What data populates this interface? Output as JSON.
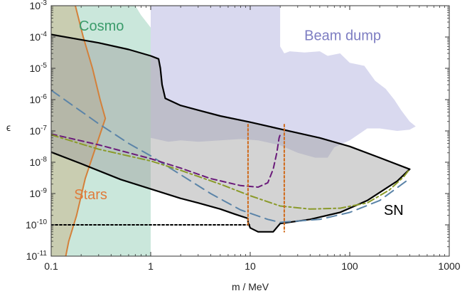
{
  "chart_data": {
    "type": "line",
    "x_scale": "log",
    "y_scale": "log",
    "xlabel": "m / MeV",
    "ylabel": "ϵ",
    "xlim": [
      0.1,
      1000
    ],
    "ylim": [
      1e-11,
      0.001
    ],
    "x_ticks": [
      "0.1",
      "1",
      "10",
      "100",
      "1000"
    ],
    "y_ticks": [
      {
        "base": "10",
        "exp": "-11",
        "value": 1e-11
      },
      {
        "base": "10",
        "exp": "-10",
        "value": 1e-10
      },
      {
        "base": "10",
        "exp": "-9",
        "value": 1e-09
      },
      {
        "base": "10",
        "exp": "-8",
        "value": 1e-08
      },
      {
        "base": "10",
        "exp": "-7",
        "value": 1e-07
      },
      {
        "base": "10",
        "exp": "-6",
        "value": 1e-06
      },
      {
        "base": "10",
        "exp": "-5",
        "value": 1e-05
      },
      {
        "base": "10",
        "exp": "-4",
        "value": 0.0001
      },
      {
        "base": "10",
        "exp": "-3",
        "value": 0.001
      }
    ],
    "regions": [
      {
        "label": "Beam dump",
        "color": "#b3b3e0",
        "opacity": 0.5,
        "polygon": [
          [
            1,
            0.001
          ],
          [
            20,
            0.001
          ],
          [
            20,
            5e-05
          ],
          [
            22,
            3e-05
          ],
          [
            25,
            3.5e-05
          ],
          [
            35,
            3.2e-05
          ],
          [
            50,
            3.5e-05
          ],
          [
            60,
            2.5e-05
          ],
          [
            80,
            3e-05
          ],
          [
            100,
            1.5e-05
          ],
          [
            140,
            1.2e-05
          ],
          [
            180,
            4e-06
          ],
          [
            230,
            2.2e-06
          ],
          [
            280,
            1e-06
          ],
          [
            330,
            4.5e-07
          ],
          [
            400,
            2e-07
          ],
          [
            460,
            1.4e-07
          ],
          [
            400,
            1.1e-07
          ],
          [
            300,
            1e-07
          ],
          [
            200,
            1.2e-07
          ],
          [
            150,
            1.2e-07
          ],
          [
            100,
            5e-08
          ],
          [
            70,
            3e-08
          ],
          [
            60,
            1.4e-08
          ],
          [
            45,
            1.4e-08
          ],
          [
            30,
            2e-08
          ],
          [
            20,
            3.5e-08
          ],
          [
            12,
            5e-08
          ],
          [
            8,
            5.5e-08
          ],
          [
            5,
            5e-08
          ],
          [
            3,
            4.5e-08
          ],
          [
            2,
            5e-08
          ],
          [
            1.5,
            4.5e-08
          ],
          [
            1,
            6e-08
          ]
        ]
      },
      {
        "label": "Cosmo",
        "color": "#9fd4bd",
        "opacity": 0.55,
        "polygon": [
          [
            0.1,
            0.001
          ],
          [
            0.7,
            0.001
          ],
          [
            0.8,
            0.0005
          ],
          [
            1.0,
            0.0002
          ],
          [
            1.0,
            1e-11
          ],
          [
            0.1,
            1e-11
          ]
        ]
      },
      {
        "label": "Stars",
        "color": "#c9a26b",
        "opacity": 0.38,
        "polygon": [
          [
            0.1,
            1e-11
          ],
          [
            0.1,
            0.001
          ],
          [
            0.175,
            0.001
          ],
          [
            0.21,
            0.0001
          ],
          [
            0.26,
            1e-05
          ],
          [
            0.31,
            1e-06
          ],
          [
            0.35,
            2.5e-07
          ],
          [
            0.28,
            3e-08
          ],
          [
            0.22,
            3e-09
          ],
          [
            0.18,
            2e-10
          ],
          [
            0.15,
            3e-11
          ],
          [
            0.14,
            1e-11
          ]
        ]
      },
      {
        "label": "SN",
        "color": "#9e9e9e",
        "opacity": 0.45,
        "polygon": [
          [
            0.1,
            0.00012
          ],
          [
            0.3,
            6.5e-05
          ],
          [
            0.6,
            4e-05
          ],
          [
            1.0,
            2.5e-05
          ],
          [
            1.2,
            2e-05
          ],
          [
            1.25,
            1e-05
          ],
          [
            1.3,
            3e-06
          ],
          [
            1.4,
            1.1e-06
          ],
          [
            2,
            6.5e-07
          ],
          [
            3,
            4.6e-07
          ],
          [
            5,
            3e-07
          ],
          [
            10,
            1.9e-07
          ],
          [
            20,
            1.15e-07
          ],
          [
            50,
            6e-08
          ],
          [
            100,
            3.2e-08
          ],
          [
            200,
            1.4e-08
          ],
          [
            400,
            6e-09
          ],
          [
            300,
            2.5e-09
          ],
          [
            150,
            6e-10
          ],
          [
            80,
            2.5e-10
          ],
          [
            40,
            1.5e-10
          ],
          [
            20,
            1.1e-10
          ],
          [
            17,
            6e-11
          ],
          [
            12,
            6e-11
          ],
          [
            10,
            8e-11
          ],
          [
            9.5,
            1.2e-10
          ],
          [
            9.5,
            1.6e-10
          ],
          [
            7,
            2.2e-10
          ],
          [
            5,
            3.2e-10
          ],
          [
            3,
            5e-10
          ],
          [
            2,
            7e-10
          ],
          [
            1,
            1.4e-09
          ],
          [
            0.5,
            2.8e-09
          ],
          [
            0.2,
            9e-09
          ],
          [
            0.1,
            2.1e-08
          ]
        ]
      }
    ],
    "series": [
      {
        "style": "stars-boundary",
        "color": "#d4803a",
        "dash": "",
        "width": 2,
        "points": [
          [
            0.175,
            0.001
          ],
          [
            0.21,
            0.0001
          ],
          [
            0.26,
            1e-05
          ],
          [
            0.31,
            1e-06
          ],
          [
            0.35,
            2.5e-07
          ],
          [
            0.28,
            3e-08
          ],
          [
            0.22,
            3e-09
          ],
          [
            0.18,
            2e-10
          ],
          [
            0.15,
            3e-11
          ],
          [
            0.14,
            1e-11
          ]
        ]
      },
      {
        "style": "sn-upper",
        "color": "#000000",
        "dash": "",
        "width": 2.2,
        "points": [
          [
            0.1,
            0.00012
          ],
          [
            0.3,
            6.5e-05
          ],
          [
            0.6,
            4e-05
          ],
          [
            1.0,
            2.5e-05
          ],
          [
            1.2,
            2e-05
          ],
          [
            1.25,
            1e-05
          ],
          [
            1.3,
            3e-06
          ],
          [
            1.4,
            1.1e-06
          ],
          [
            2,
            6.5e-07
          ],
          [
            3,
            4.6e-07
          ],
          [
            5,
            3e-07
          ],
          [
            10,
            1.9e-07
          ],
          [
            20,
            1.15e-07
          ],
          [
            50,
            6e-08
          ],
          [
            100,
            3.2e-08
          ],
          [
            200,
            1.4e-08
          ],
          [
            400,
            6e-09
          ]
        ]
      },
      {
        "style": "sn-lower",
        "color": "#000000",
        "dash": "",
        "width": 2.2,
        "points": [
          [
            0.1,
            2.1e-08
          ],
          [
            0.2,
            9e-09
          ],
          [
            0.5,
            2.8e-09
          ],
          [
            1,
            1.4e-09
          ],
          [
            2,
            7e-10
          ],
          [
            3,
            5e-10
          ],
          [
            5,
            3.2e-10
          ],
          [
            7,
            2.2e-10
          ],
          [
            9.5,
            1.6e-10
          ],
          [
            9.5,
            1.2e-10
          ],
          [
            10,
            8e-11
          ],
          [
            12,
            6e-11
          ],
          [
            17,
            6e-11
          ],
          [
            20,
            1.1e-10
          ],
          [
            40,
            1.5e-10
          ],
          [
            80,
            2.5e-10
          ],
          [
            150,
            6e-10
          ],
          [
            300,
            2.5e-09
          ],
          [
            400,
            6e-09
          ]
        ]
      },
      {
        "style": "blue-dashed",
        "color": "#5b84a8",
        "dash": "14,8",
        "width": 2,
        "points": [
          [
            0.1,
            2e-06
          ],
          [
            0.3,
            1.7e-07
          ],
          [
            0.6,
            4e-08
          ],
          [
            1,
            1.6e-08
          ],
          [
            2,
            4e-09
          ],
          [
            4,
            1e-09
          ],
          [
            8,
            3e-10
          ],
          [
            15,
            1.5e-10
          ],
          [
            20,
            1.2e-10
          ],
          [
            50,
            1.5e-10
          ],
          [
            100,
            2.5e-10
          ],
          [
            200,
            6e-10
          ],
          [
            400,
            3e-09
          ]
        ]
      },
      {
        "style": "purple-dashed",
        "color": "#6a1a7a",
        "dash": "8,5",
        "width": 2,
        "points": [
          [
            0.1,
            8e-08
          ],
          [
            0.3,
            3.6e-08
          ],
          [
            1,
            1.3e-08
          ],
          [
            2,
            6.5e-09
          ],
          [
            4,
            3e-09
          ],
          [
            8,
            1.8e-09
          ],
          [
            12,
            1.6e-09
          ],
          [
            15,
            2.2e-09
          ],
          [
            17,
            6e-09
          ],
          [
            18.5,
            2e-08
          ],
          [
            19.5,
            6e-08
          ],
          [
            20,
            7.5e-08
          ]
        ]
      },
      {
        "style": "olive-dashdot",
        "color": "#8a9a2a",
        "dash": "10,4,3,4",
        "width": 2,
        "points": [
          [
            0.1,
            7.5e-08
          ],
          [
            0.3,
            2.6e-08
          ],
          [
            1,
            1.1e-08
          ],
          [
            2,
            5.5e-09
          ],
          [
            5,
            2e-09
          ],
          [
            10,
            8.5e-10
          ],
          [
            20,
            4e-10
          ],
          [
            40,
            3.2e-10
          ],
          [
            80,
            3.4e-10
          ],
          [
            150,
            5e-10
          ],
          [
            250,
            1.3e-09
          ],
          [
            350,
            3.5e-09
          ],
          [
            400,
            6e-09
          ]
        ]
      },
      {
        "style": "black-dotted",
        "color": "#000000",
        "dash": "3,3",
        "width": 2,
        "points": [
          [
            0.1,
            1e-10
          ],
          [
            10,
            1e-10
          ]
        ]
      },
      {
        "style": "orange-dotted-1",
        "color": "#d06a1a",
        "dash": "3,3",
        "width": 2,
        "points": [
          [
            9.5,
            1.6e-07
          ],
          [
            9.5,
            1e-10
          ]
        ]
      },
      {
        "style": "orange-dotted-2",
        "color": "#d06a1a",
        "dash": "3,3",
        "width": 2,
        "points": [
          [
            22,
            1.6e-07
          ],
          [
            22,
            6e-11
          ]
        ]
      }
    ],
    "labels": [
      {
        "text": "Cosmo",
        "x": 0.19,
        "y": 0.00016,
        "color": "#3a9b6a"
      },
      {
        "text": "Beam dump",
        "x": 35,
        "y": 8e-05,
        "color": "#7d7dc2"
      },
      {
        "text": "Stars",
        "x": 0.17,
        "y": 6.5e-10,
        "color": "#e07b3b"
      },
      {
        "text": "SN",
        "x": 220,
        "y": 2.1e-10,
        "color": "#000000"
      }
    ]
  }
}
